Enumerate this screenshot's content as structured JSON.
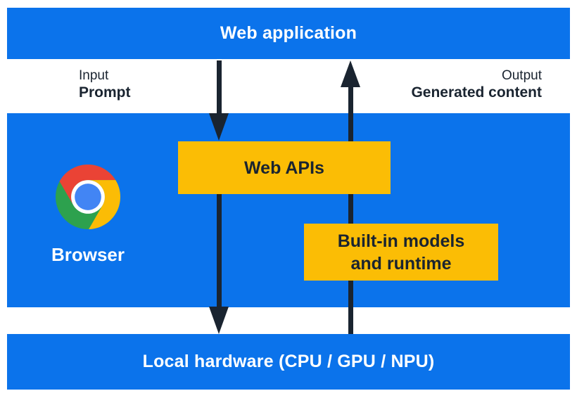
{
  "colors": {
    "blue": "#0b73eb",
    "yellow": "#fbbd05",
    "navy": "#1a2430",
    "white": "#ffffff",
    "chrome_red": "#ea4335",
    "chrome_yellow": "#fbbc05",
    "chrome_green": "#2da14e",
    "chrome_blue": "#4285f4"
  },
  "top_bar": {
    "label": "Web application"
  },
  "flow": {
    "input_title": "Input",
    "input_subtitle": "Prompt",
    "output_title": "Output",
    "output_subtitle": "Generated content"
  },
  "browser": {
    "label": "Browser",
    "icon": "chrome-icon"
  },
  "boxes": {
    "web_apis_label": "Web APIs",
    "builtin_line1": "Built-in models",
    "builtin_line2": "and runtime"
  },
  "bottom_bar": {
    "label": "Local hardware (CPU / GPU / NPU)"
  }
}
